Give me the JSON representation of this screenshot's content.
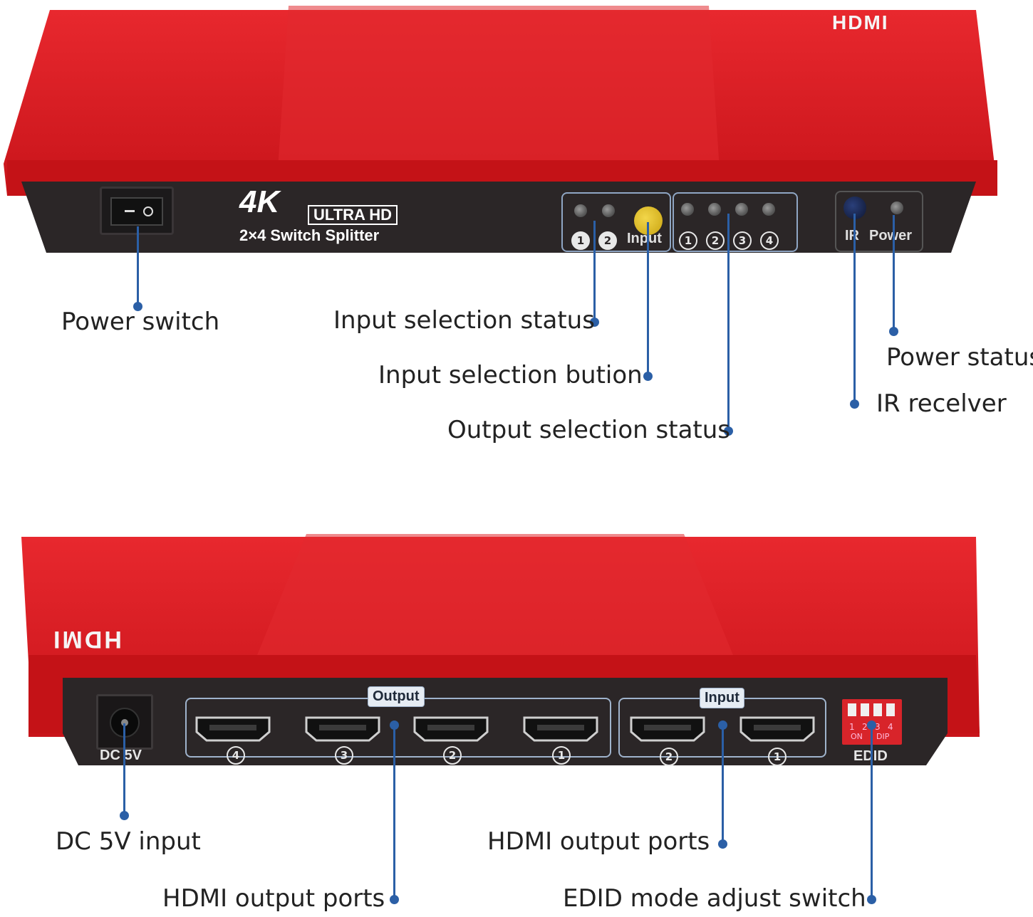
{
  "colors": {
    "device_red": "#d71920",
    "panel_dark": "#2b2627",
    "callout_blue": "#2b5fa6",
    "button_yellow": "#e3c21a"
  },
  "top_device": {
    "brand_logo": "HDMI",
    "model_big": "4K",
    "model_ultra": "ULTRA HD",
    "model_sub": "2×4 Switch Splitter",
    "input_led_labels": [
      "1",
      "2"
    ],
    "input_button_label": "Input",
    "output_led_labels": [
      "1",
      "2",
      "3",
      "4"
    ],
    "ir_label": "IR",
    "power_label": "Power"
  },
  "bottom_device": {
    "brand_logo": "HDMI",
    "dc_label": "DC 5V",
    "output_group_label": "Output",
    "output_port_labels": [
      "4",
      "3",
      "2",
      "1"
    ],
    "input_group_label": "Input",
    "input_port_labels": [
      "2",
      "1"
    ],
    "dip_numbers": [
      "1",
      "2",
      "3",
      "4"
    ],
    "dip_on": "ON",
    "dip_dip": "DIP",
    "edid_label": "EDID"
  },
  "callouts": {
    "power_switch": "Power switch",
    "input_selection_status": "Input selection status",
    "input_selection_button": "Input selection bution",
    "output_selection_status": "Output selection status",
    "power_status": "Power status",
    "ir_receiver": "IR recelver",
    "dc_input": "DC 5V input",
    "hdmi_output_ports_right": "HDMI output ports",
    "hdmi_output_ports_left": "HDMI output ports",
    "edid_switch": "EDID mode adjust switch"
  }
}
